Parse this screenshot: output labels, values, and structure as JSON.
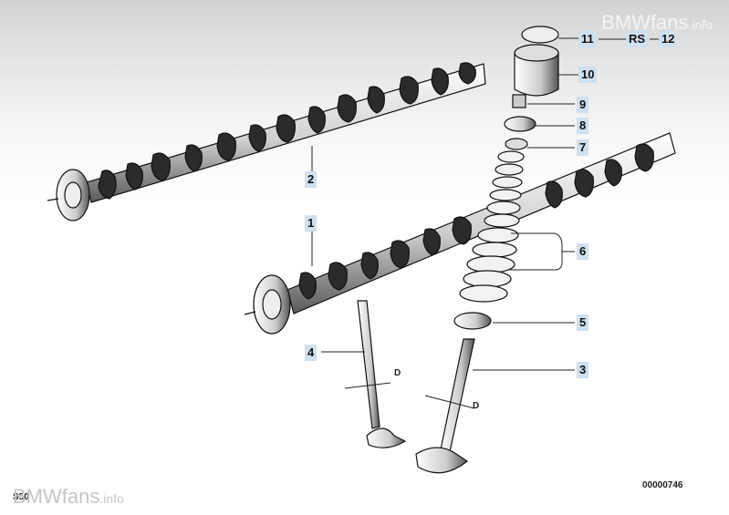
{
  "watermark": {
    "brand": "BMWfans",
    "suffix": ".info"
  },
  "callouts": {
    "c1": "1",
    "c2": "2",
    "c3": "3",
    "c4": "4",
    "c5": "5",
    "c6": "6",
    "c7": "7",
    "c8": "8",
    "c9": "9",
    "c10": "10",
    "c11": "11",
    "rs": "RS",
    "c12": "12"
  },
  "dimension_label": "D",
  "diagram_code": "00000746",
  "model_code": "S50"
}
